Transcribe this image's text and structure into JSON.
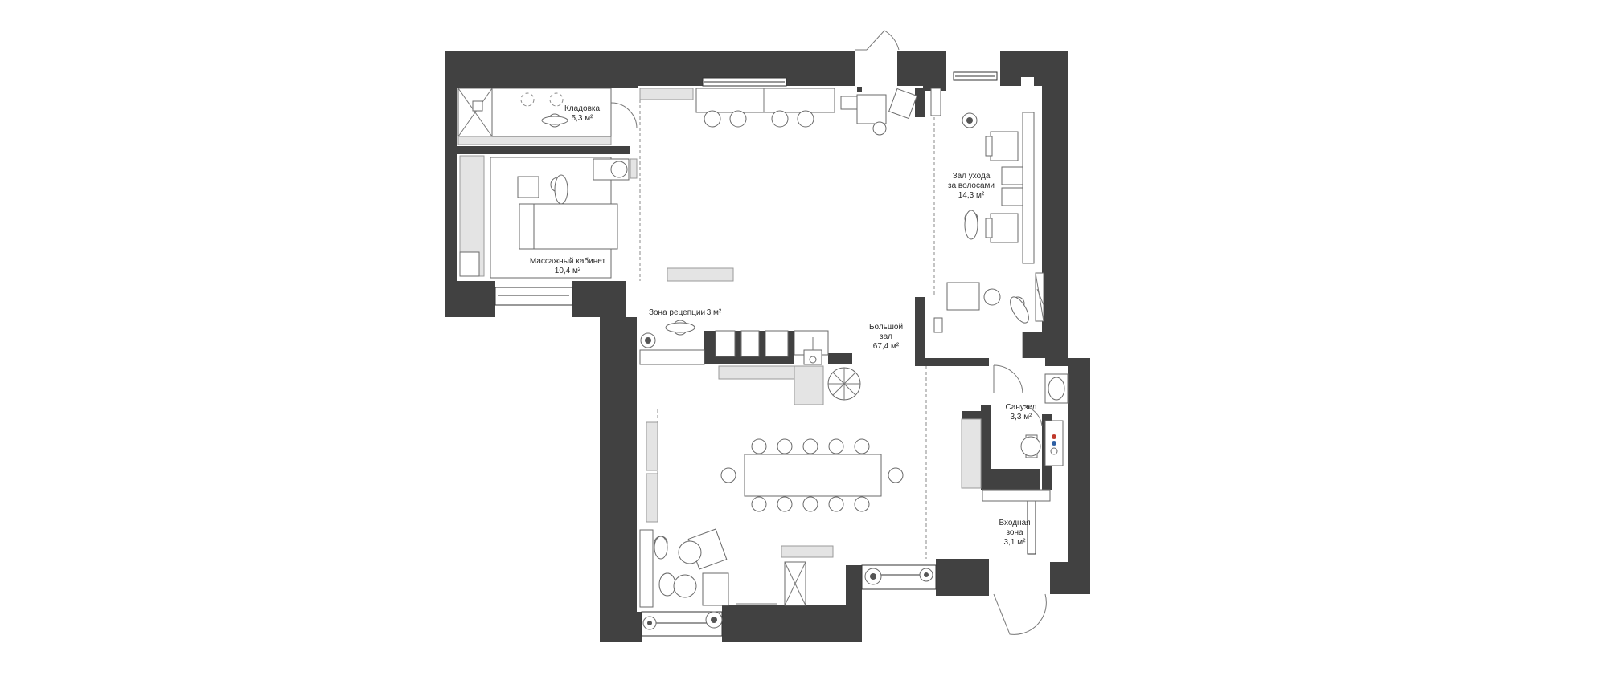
{
  "rooms": [
    {
      "id": "storage",
      "name": "Кладовка",
      "area": "5,3 м²"
    },
    {
      "id": "massage",
      "name": "Массажный кабинет",
      "area": "10,4 м²"
    },
    {
      "id": "hair",
      "name_lines": [
        "Зал ухода",
        "за волосами"
      ],
      "area": "14,3 м²"
    },
    {
      "id": "reception",
      "name": "Зона рецепции",
      "area": "3 м²"
    },
    {
      "id": "hall",
      "name_lines": [
        "Большой",
        "зал"
      ],
      "area": "67,4 м²"
    },
    {
      "id": "wc",
      "name": "Санузел",
      "area": "3,3 м²"
    },
    {
      "id": "entry",
      "name_lines": [
        "Входная",
        "зона"
      ],
      "area": "3,1 м²"
    }
  ],
  "colors": {
    "wall": "#414141",
    "furniture_fill": "#ffffff",
    "line": "#6a6a6a",
    "grey_panel": "#e4e4e4",
    "accent_red": "#c0392b",
    "accent_blue": "#2e5fa3"
  },
  "icons": [
    "chair-icon",
    "table-icon",
    "person-icon",
    "plant-icon",
    "door-swing-icon",
    "window-icon",
    "sink-icon",
    "toilet-icon",
    "massage-table-icon",
    "styling-chair-icon",
    "shower-icon"
  ]
}
